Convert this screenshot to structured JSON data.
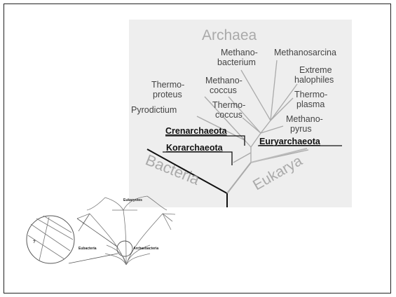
{
  "tree": {
    "domains": {
      "archaea": "Archaea",
      "bacteria": "Bacteria",
      "eukarya": "Eukarya"
    },
    "phyla": {
      "crenarchaeota": "Crenarchaeota",
      "korarchaeota": "Korarchaeota",
      "euryarchaeota": "Euryarchaeota"
    },
    "taxa": {
      "pyrodictium": "Pyrodictium",
      "thermoproteus_1": "Thermo-",
      "thermoproteus_2": "proteus",
      "methanococcus_1": "Methano-",
      "methanococcus_2": "coccus",
      "thermococcus_1": "Thermo-",
      "thermococcus_2": "coccus",
      "methanobacterium_1": "Methano-",
      "methanobacterium_2": "bacterium",
      "methanosarcina": "Methanosarcina",
      "halophiles_1": "Extreme",
      "halophiles_2": "halophiles",
      "thermoplasma_1": "Thermo-",
      "thermoplasma_2": "plasma",
      "methanopyrus_1": "Methano-",
      "methanopyrus_2": "pyrus"
    }
  },
  "inset": {
    "eukaryotes": "Eukaryotes",
    "eubacteria": "Eubacteria",
    "archaebacteria": "Archaebacteria",
    "question": "?"
  },
  "colors": {
    "background_panel": "#eeeeee",
    "branch": "#aaaaaa",
    "trunk": "#111111",
    "domain_label": "#aaaaaa"
  }
}
